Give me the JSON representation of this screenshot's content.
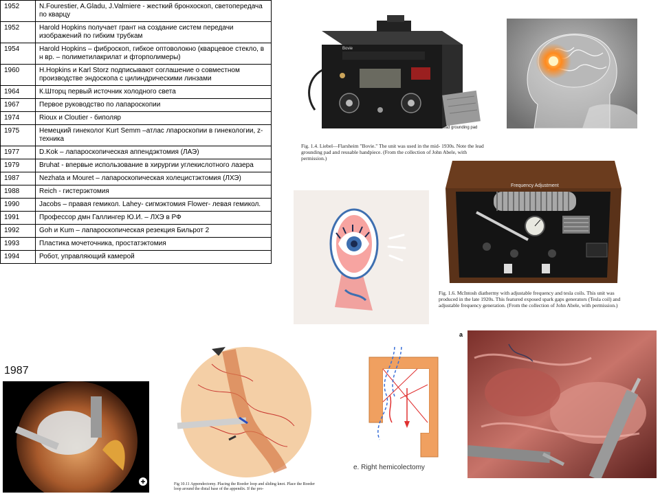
{
  "timeline": [
    {
      "year": "1952",
      "event": "N.Fourestier, A.Gladu, J.Valmiere  - жесткий бронхоскоп, светопередача по кварцу"
    },
    {
      "year": "1952",
      "event": "Harold Hopkins получает грант на создание систем передачи изображений по гибким трубкам"
    },
    {
      "year": "1954",
      "event": "Harold Hopkins – фиброскоп, гибкое оптоволокно (кварцевое стекло, в н вр. – полиметилакрилат и фторполимеры)"
    },
    {
      "year": "1960",
      "event": "H.Hopkins  и Karl Storz подписывают соглашение о совместном производстве эндоскопа с цилиндрическими линзами"
    },
    {
      "year": "1964",
      "event": "К.Шторц первый источник холодного света"
    },
    {
      "year": "1967",
      "event": "Первое руководство по лапароскопии"
    },
    {
      "year": "1974",
      "event": "Rioux и  Cloutier - биполяр"
    },
    {
      "year": "1975",
      "event": "Немецкий гинеколог  Kurt Semm –атлас  лпароскопии в гинекологии, z-техника"
    },
    {
      "year": "1977",
      "event": "D.Kok – лапароскопическая аппендэктомия (ЛАЭ)"
    },
    {
      "year": "1979",
      "event": "Bruhat -  впервые использование в хирургии углекислотного лазера"
    },
    {
      "year": "1987",
      "event": "Nezhata  и Mouret – лапароскопическая холецистэктомия (ЛХЭ)"
    },
    {
      "year": "1988",
      "event": "Reich - гистерэктомия"
    },
    {
      "year": "1990",
      "event": "Jacobs – правая гемикол. Lahey- сигмэктомия  Flower- левая гемикол."
    },
    {
      "year": "1991",
      "event": "Профессор дмн Галлингер Ю.И. – ЛХЭ в РФ"
    },
    {
      "year": "1992",
      "event": "Goh и  Kum – лапароскопическая резекция Бильрот 2"
    },
    {
      "year": "1993",
      "event": "Пластика мочеточника, простатэктомия"
    },
    {
      "year": "1994",
      "event": "Робот, управляющий камерой"
    }
  ],
  "figures": {
    "bovie": {
      "label_top": "Bovie",
      "label_pad": "lead grounding pad",
      "caption": "Fig. 1.4.  Liebel—Flarsheim \"Bovie.\" The unit was used in the mid- 1930s. Note the lead grounding pad and reusable handpiece. (From the collection of John Abele, with permission.)"
    },
    "mcintosh": {
      "label_top": "Frequency Adjustment",
      "caption": "Fig. 1.6.  McIntosh diathermy with adjustable frequency and tesla coils. This unit was produced in the late 1920s. This featured exposed spark gaps generators (Tesla coil) and adjustable frequency generation. (From the collection of John Abele, with permission.)"
    },
    "year_1987": "1987",
    "appendectomy_caption": "Fig 10.11   Appendectomy. Placing the Roeder loop and sliding knot. Place the Roeder loop around the distal base of the appendix. If the pro-",
    "hemicolectomy_label": "e. Right hemicolectomy",
    "panel_letter": "a"
  },
  "colors": {
    "brain_glow": "#ff8a1e",
    "eye_pink": "#f7a4a1",
    "eye_blue": "#3e6fb0",
    "diagram_orange": "#f0a060",
    "diagram_red": "#e03030",
    "diagram_blue": "#3a6fd8"
  }
}
